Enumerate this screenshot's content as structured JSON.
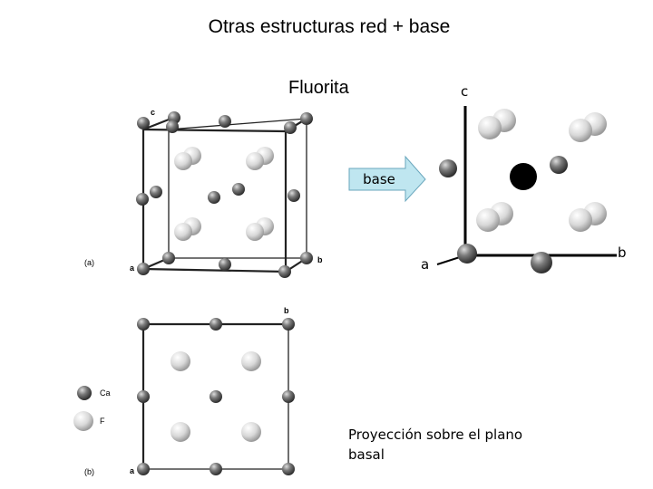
{
  "title": "Otras estructuras red + base",
  "subtitle": "Fluorita",
  "arrow_label": "base",
  "projection_caption": "Proyección sobre el plano basal",
  "right_axes": {
    "c": "c",
    "a": "a",
    "b": "b"
  },
  "figure_a": {
    "label": "(a)",
    "axis_c": "c",
    "axis_a": "a",
    "axis_b": "b"
  },
  "figure_b": {
    "label": "(b)",
    "axis_a": "a",
    "axis_b": "b"
  },
  "legend": [
    {
      "symbol": "ca-atom-icon",
      "label": "Ca",
      "color": "#6b6b6b"
    },
    {
      "symbol": "f-atom-icon",
      "label": "F",
      "color": "#d4d4d4"
    }
  ],
  "colors": {
    "arrow_fill": "#bfe6f0",
    "arrow_stroke": "#6aa7bd",
    "dark_atom": "#5c5c5c",
    "light_atom": "#d6d6d6"
  }
}
